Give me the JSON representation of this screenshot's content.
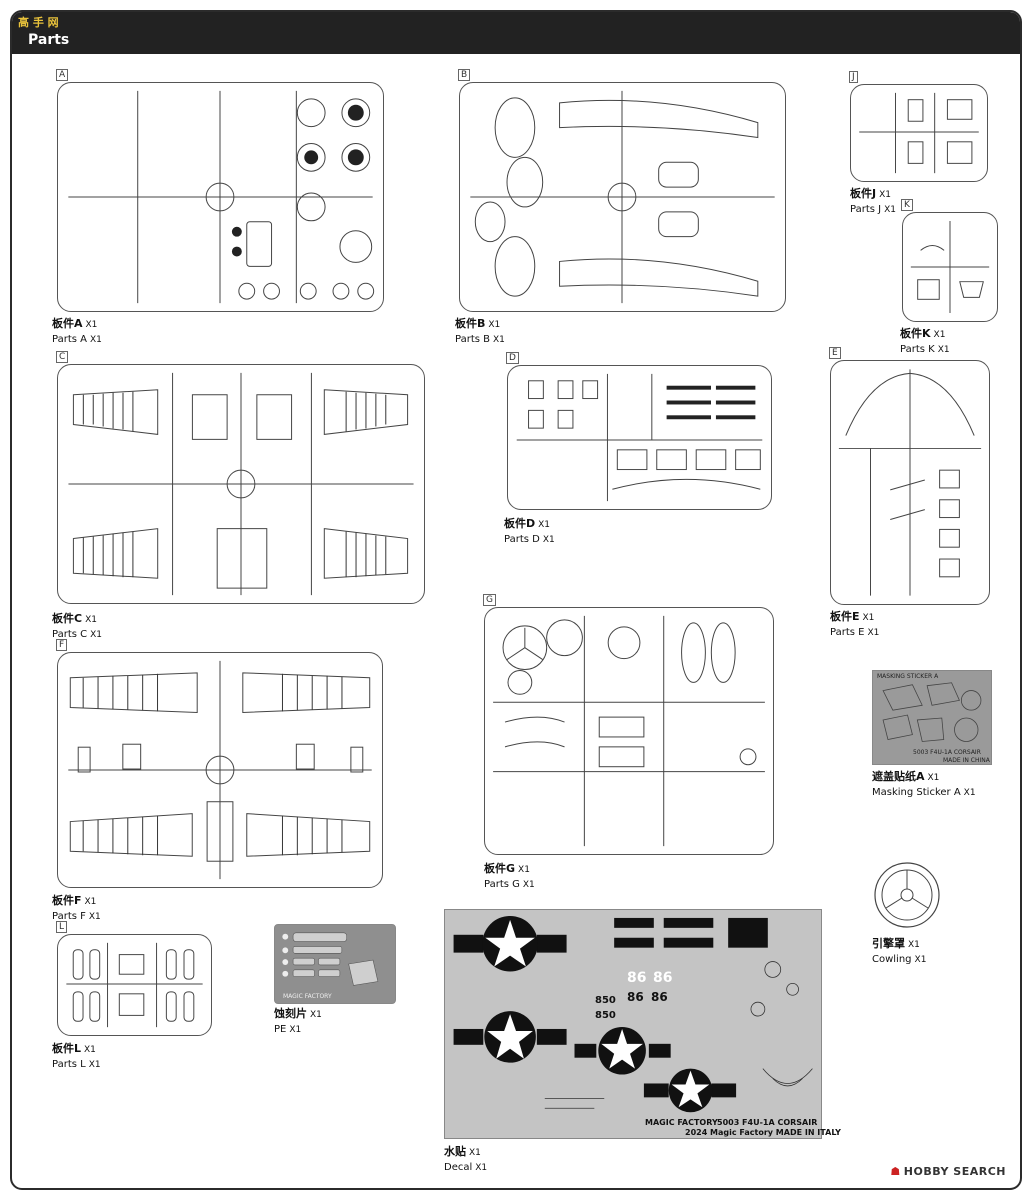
{
  "header": {
    "title": "Parts",
    "watermark": "高 手 网"
  },
  "sprues": [
    {
      "id": "A",
      "letter": "A",
      "cn": "板件A",
      "en": "Parts A",
      "qty": "X1"
    },
    {
      "id": "B",
      "letter": "B",
      "cn": "板件B",
      "en": "Parts B",
      "qty": "X1"
    },
    {
      "id": "J",
      "letter": "J",
      "cn": "板件J",
      "en": "Parts J",
      "qty": "X1"
    },
    {
      "id": "K",
      "letter": "K",
      "cn": "板件K",
      "en": "Parts K",
      "qty": "X1"
    },
    {
      "id": "C",
      "letter": "C",
      "cn": "板件C",
      "en": "Parts C",
      "qty": "X1"
    },
    {
      "id": "D",
      "letter": "D",
      "cn": "板件D",
      "en": "Parts D",
      "qty": "X1"
    },
    {
      "id": "E",
      "letter": "E",
      "cn": "板件E",
      "en": "Parts E",
      "qty": "X1"
    },
    {
      "id": "F",
      "letter": "F",
      "cn": "板件F",
      "en": "Parts F",
      "qty": "X1"
    },
    {
      "id": "G",
      "letter": "G",
      "cn": "板件G",
      "en": "Parts G",
      "qty": "X1"
    },
    {
      "id": "L",
      "letter": "L",
      "cn": "板件L",
      "en": "Parts L",
      "qty": "X1"
    }
  ],
  "extras": {
    "mask": {
      "cn": "遮盖贴纸A",
      "en": "Masking Sticker A",
      "qty": "X1",
      "sheet_title": "MASKING STICKER A",
      "sheet_note1": "5003 F4U-1A CORSAIR",
      "sheet_note2": "MADE IN CHINA"
    },
    "cowling": {
      "cn": "引擎罩",
      "en": "Cowling",
      "qty": "X1"
    },
    "pe": {
      "cn": "蚀刻片",
      "en": "PE",
      "qty": "X1",
      "brand": "MAGIC FACTORY"
    },
    "decal": {
      "cn": "水贴",
      "en": "Decal",
      "qty": "X1",
      "brand": "MAGIC FACTORY",
      "line1": "5003 F4U-1A CORSAIR",
      "line2": "2024 Magic Factory   MADE IN ITALY",
      "numbers": [
        "86",
        "86",
        "86",
        "86",
        "850",
        "850"
      ]
    }
  },
  "footer": {
    "brand": "HOBBY SEARCH",
    "mark": "☗"
  }
}
